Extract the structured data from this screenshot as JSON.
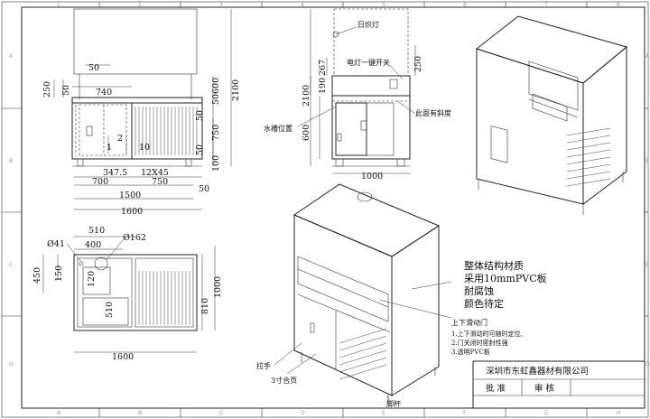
{
  "border_zones": {
    "top": [
      "1",
      "2",
      "3",
      "4",
      "5",
      "6",
      "7",
      "8"
    ],
    "bottom": [
      "A",
      "B",
      "C",
      "D",
      "E",
      "F",
      "G",
      "H"
    ],
    "left": [
      "A",
      "B",
      "C",
      "D"
    ],
    "right": [
      "A",
      "B",
      "C",
      "D"
    ]
  },
  "front_view": {
    "dims": [
      "50",
      "250",
      "50",
      "740",
      "600",
      "50",
      "2100",
      "50",
      "750",
      "1",
      "2",
      "10",
      "50",
      "100",
      "347.5",
      "12X45",
      "700",
      "750",
      "50",
      "1500",
      "1600"
    ]
  },
  "side_view": {
    "labels": {
      "lamp": "日炽灯",
      "switch": "电灯一键开关",
      "sink": "水槽位置",
      "slope": "此面有斜度"
    },
    "dims": [
      "267",
      "250",
      "190",
      "2100",
      "600",
      "1000"
    ]
  },
  "plan_view": {
    "dims": [
      "510",
      "400",
      "Ø41",
      "Ø162",
      "450",
      "150",
      "120",
      "510",
      "1000",
      "810",
      "1600"
    ]
  },
  "notes": {
    "material": [
      "整体结构材质",
      "采用10mmPVC板",
      "耐腐蚀",
      "颜色待定"
    ],
    "door_title": "上下滑动门",
    "door_items": [
      "1.上下滑动时可随时定位,",
      "2.门关闭时密封性强",
      "3.透明PVC板"
    ],
    "handle": "拉手",
    "hinge": "3寸合页",
    "foot": "脚杯"
  },
  "title_block": {
    "company": "深圳市东虹鑫器材有限公司",
    "approve": "批  准",
    "review": "审 核"
  }
}
